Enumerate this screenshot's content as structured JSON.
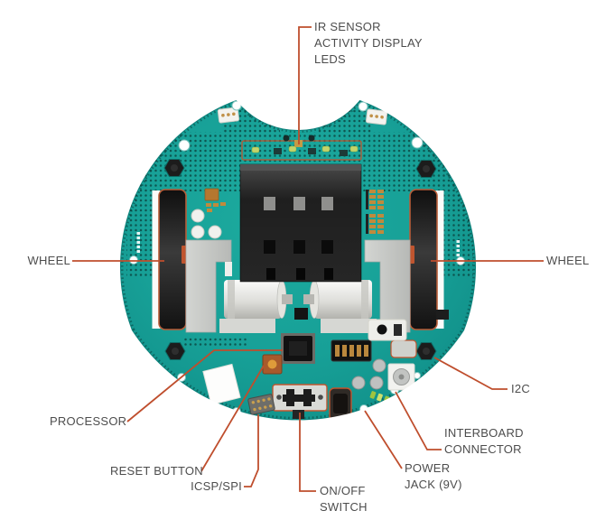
{
  "labels": {
    "ir_leds": {
      "lines": [
        "IR SENSOR",
        "ACTIVITY DISPLAY",
        "LEDS"
      ]
    },
    "wheel_left": {
      "text": "WHEEL"
    },
    "wheel_right": {
      "text": "WHEEL"
    },
    "i2c": {
      "text": "I2C"
    },
    "processor": {
      "text": "PROCESSOR"
    },
    "reset_button": {
      "text": "RESET BUTTON"
    },
    "icsp_spi": {
      "text": "ICSP/SPI"
    },
    "on_off_switch": {
      "lines": [
        "ON/OFF",
        "SWITCH"
      ]
    },
    "power_jack": {
      "lines": [
        "POWER",
        "JACK (9V)"
      ]
    },
    "interboard": {
      "lines": [
        "INTERBOARD",
        "CONNECTOR"
      ]
    }
  },
  "colors": {
    "pcb_teal": "#17a097",
    "pcb_rim": "#0e837d",
    "callout": "#bf4e2d",
    "label_text": "#4d4d4d",
    "component_dark": "#1c1c1c",
    "silver": "#c9cbca",
    "gold": "#c08a3c",
    "led_green": "#a6c64b"
  }
}
